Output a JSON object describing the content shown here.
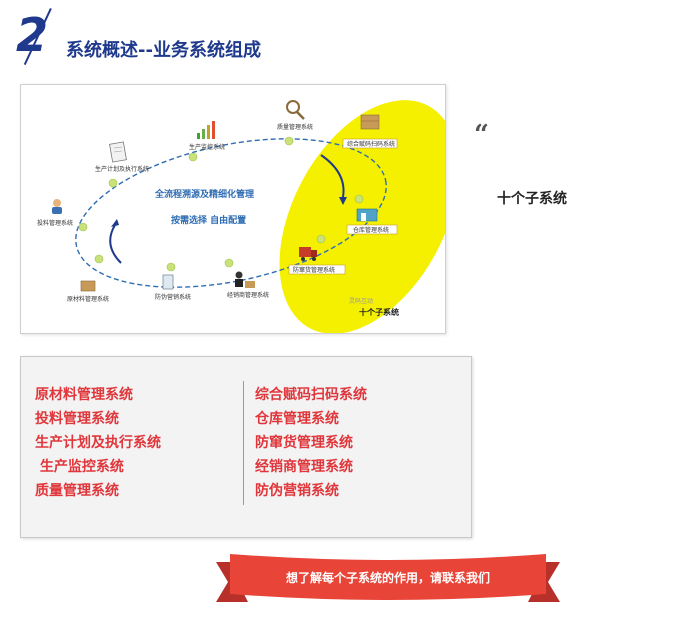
{
  "header": {
    "number": "2",
    "title": "系统概述--业务系统组成"
  },
  "diagram": {
    "center_line1": "全流程溯源及精细化管理",
    "center_line2": "按需选择  自由配置",
    "ten_systems_label": "十个子系统",
    "watermark": "灵码互动",
    "nodes": [
      "质量管理系统",
      "生产监控系统",
      "生产计划及执行系统",
      "投料管理系统",
      "原材料管理系统",
      "防伪营销系统",
      "经销商管理系统",
      "综合赋码扫码系统",
      "仓库管理系统",
      "防窜货管理系统"
    ]
  },
  "right": {
    "quote": "“",
    "label": "十个子系统"
  },
  "list": {
    "left": [
      "原材料管理系统",
      "投料管理系统",
      "生产计划及执行系统",
      " 生产监控系统",
      "质量管理系统"
    ],
    "right": [
      "综合赋码扫码系统",
      "仓库管理系统",
      "防窜货管理系统",
      "经销商管理系统",
      "防伪营销系统"
    ]
  },
  "banner": {
    "text": "想了解每个子系统的作用，请联系我们",
    "color": "#e84438"
  },
  "colors": {
    "title_blue": "#1f3a8c",
    "list_red": "#e0363b",
    "highlight_yellow": "#f4f000",
    "orbit_green": "#c9e27a"
  }
}
